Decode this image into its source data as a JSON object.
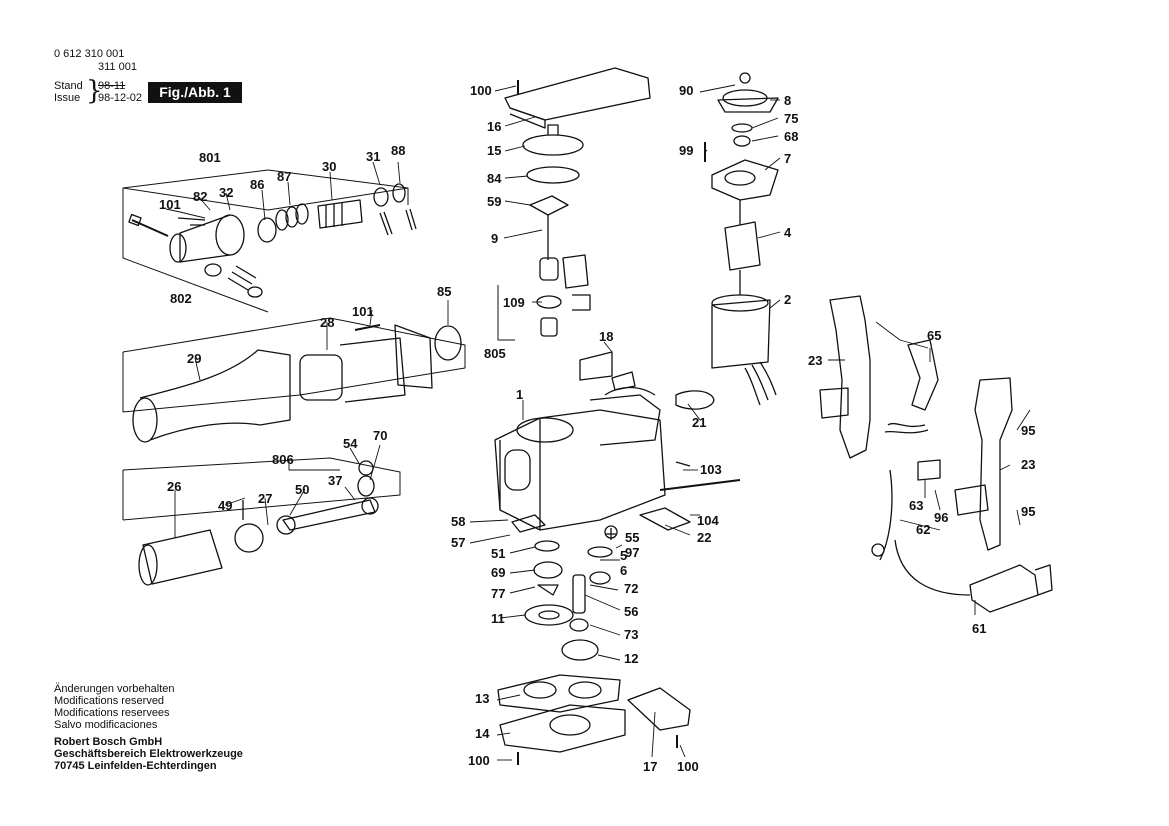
{
  "header": {
    "part_number_1": "0 612 310 001",
    "part_number_2": "311 001",
    "stand_label": "Stand",
    "stand_value": "98-11",
    "issue_label": "Issue",
    "issue_value": "98-12-02",
    "figure_label": "Fig./Abb. 1"
  },
  "footer": {
    "notes": [
      "Änderungen vorbehalten",
      "Modifications reserved",
      "Modifications reservees",
      "Salvo modificaciones"
    ],
    "company": [
      "Robert Bosch GmbH",
      "Geschäftsbereich Elektrowerkzeuge",
      "70745 Leinfelden-Echterdingen"
    ]
  },
  "part_labels": [
    "100",
    "16",
    "15",
    "84",
    "59",
    "9",
    "109",
    "805",
    "18",
    "1",
    "21",
    "103",
    "104",
    "22",
    "55",
    "97",
    "5",
    "6",
    "72",
    "56",
    "73",
    "12",
    "58",
    "57",
    "51",
    "69",
    "77",
    "11",
    "13",
    "14",
    "100",
    "17",
    "100",
    "90",
    "8",
    "75",
    "99",
    "68",
    "7",
    "4",
    "2",
    "65",
    "23",
    "95",
    "23",
    "95",
    "96",
    "63",
    "62",
    "61",
    "801",
    "82",
    "32",
    "86",
    "87",
    "30",
    "31",
    "88",
    "101",
    "802",
    "101",
    "28",
    "85",
    "29",
    "54",
    "70",
    "806",
    "49",
    "27",
    "50",
    "37",
    "26"
  ]
}
